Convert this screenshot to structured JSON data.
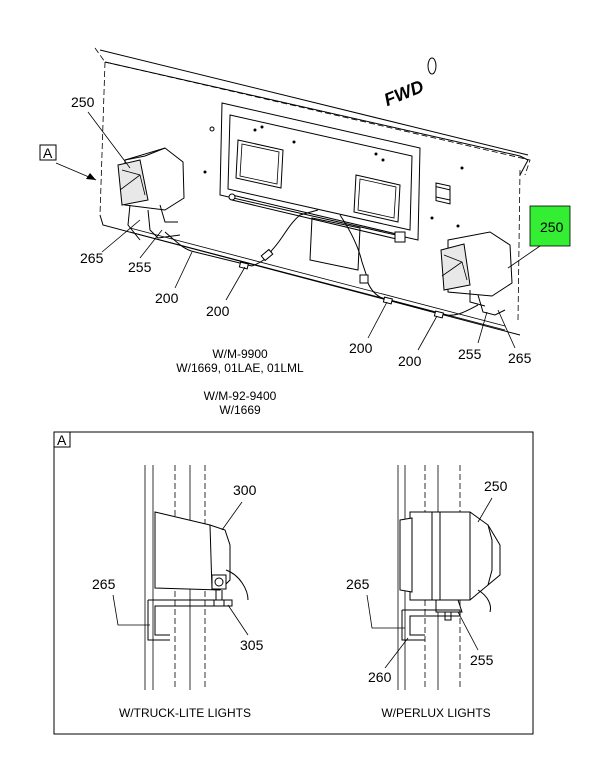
{
  "main_view": {
    "fwd_label": "FWD",
    "view_ref": "A",
    "callouts": {
      "c250_left": "250",
      "c250_right": "250",
      "c265_left": "265",
      "c255_left": "255",
      "c200_a": "200",
      "c200_b": "200",
      "c200_c": "200",
      "c200_d": "200",
      "c255_right": "255",
      "c265_right": "265"
    },
    "highlight_color": "#33ee33",
    "notes": {
      "line1": "W/M-9900",
      "line2": "W/1669, 01LAE, 01LML",
      "line3": "W/M-92-9400",
      "line4": "W/1669"
    }
  },
  "detail_view": {
    "box_label": "A",
    "left": {
      "c300": "300",
      "c265": "265",
      "c305": "305",
      "caption": "W/TRUCK-LITE LIGHTS"
    },
    "right": {
      "c250": "250",
      "c265": "265",
      "c255": "255",
      "c260": "260",
      "caption": "W/PERLUX LIGHTS"
    }
  }
}
